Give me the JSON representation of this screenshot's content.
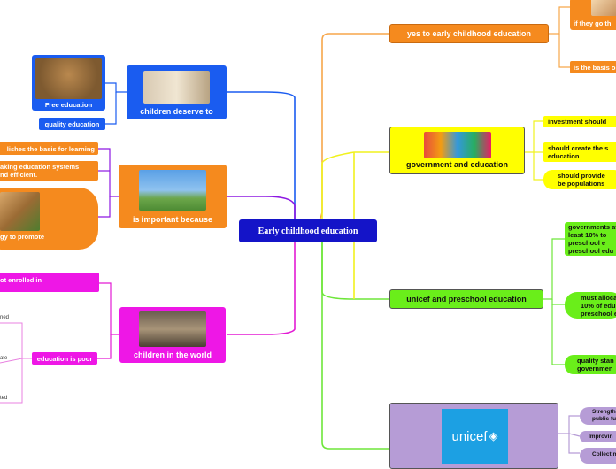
{
  "central": "Early childhood education",
  "right_branches": [
    {
      "title": "yes to early childhood education",
      "children": [
        "if they go th",
        "is the basis o"
      ]
    },
    {
      "title": "government and education",
      "children": [
        "investment should",
        "should create the s education",
        "should provide be populations"
      ]
    },
    {
      "title": "unicef and preschool education",
      "children": [
        "governments at least 10% to preschool e preschool edu",
        "must alloca 10% of edu preschool e",
        "quality stan governmen"
      ]
    },
    {
      "title": "",
      "logo": "unicef",
      "children": [
        "Strength public fu",
        "Improvin",
        "Collectin"
      ]
    }
  ],
  "left_branches": [
    {
      "title": "children deserve to",
      "children": [
        "Free education",
        "quality education"
      ]
    },
    {
      "title": "is important because",
      "children": [
        "lishes the basis for learning",
        "aking education systems nd efficient.",
        "gy to promote"
      ]
    },
    {
      "title": "children in the world",
      "children": [
        "ot enrolled in",
        "education is poor"
      ],
      "sub_labels": [
        "ned",
        "ate",
        "ted"
      ]
    }
  ],
  "colors": {
    "central": "#1414c8",
    "blue": "#1a5cf0",
    "orange": "#f58a1e",
    "yellow": "#ffff00",
    "green": "#6aee1a",
    "purple": "#b69cd6",
    "magenta": "#ee17e6"
  }
}
